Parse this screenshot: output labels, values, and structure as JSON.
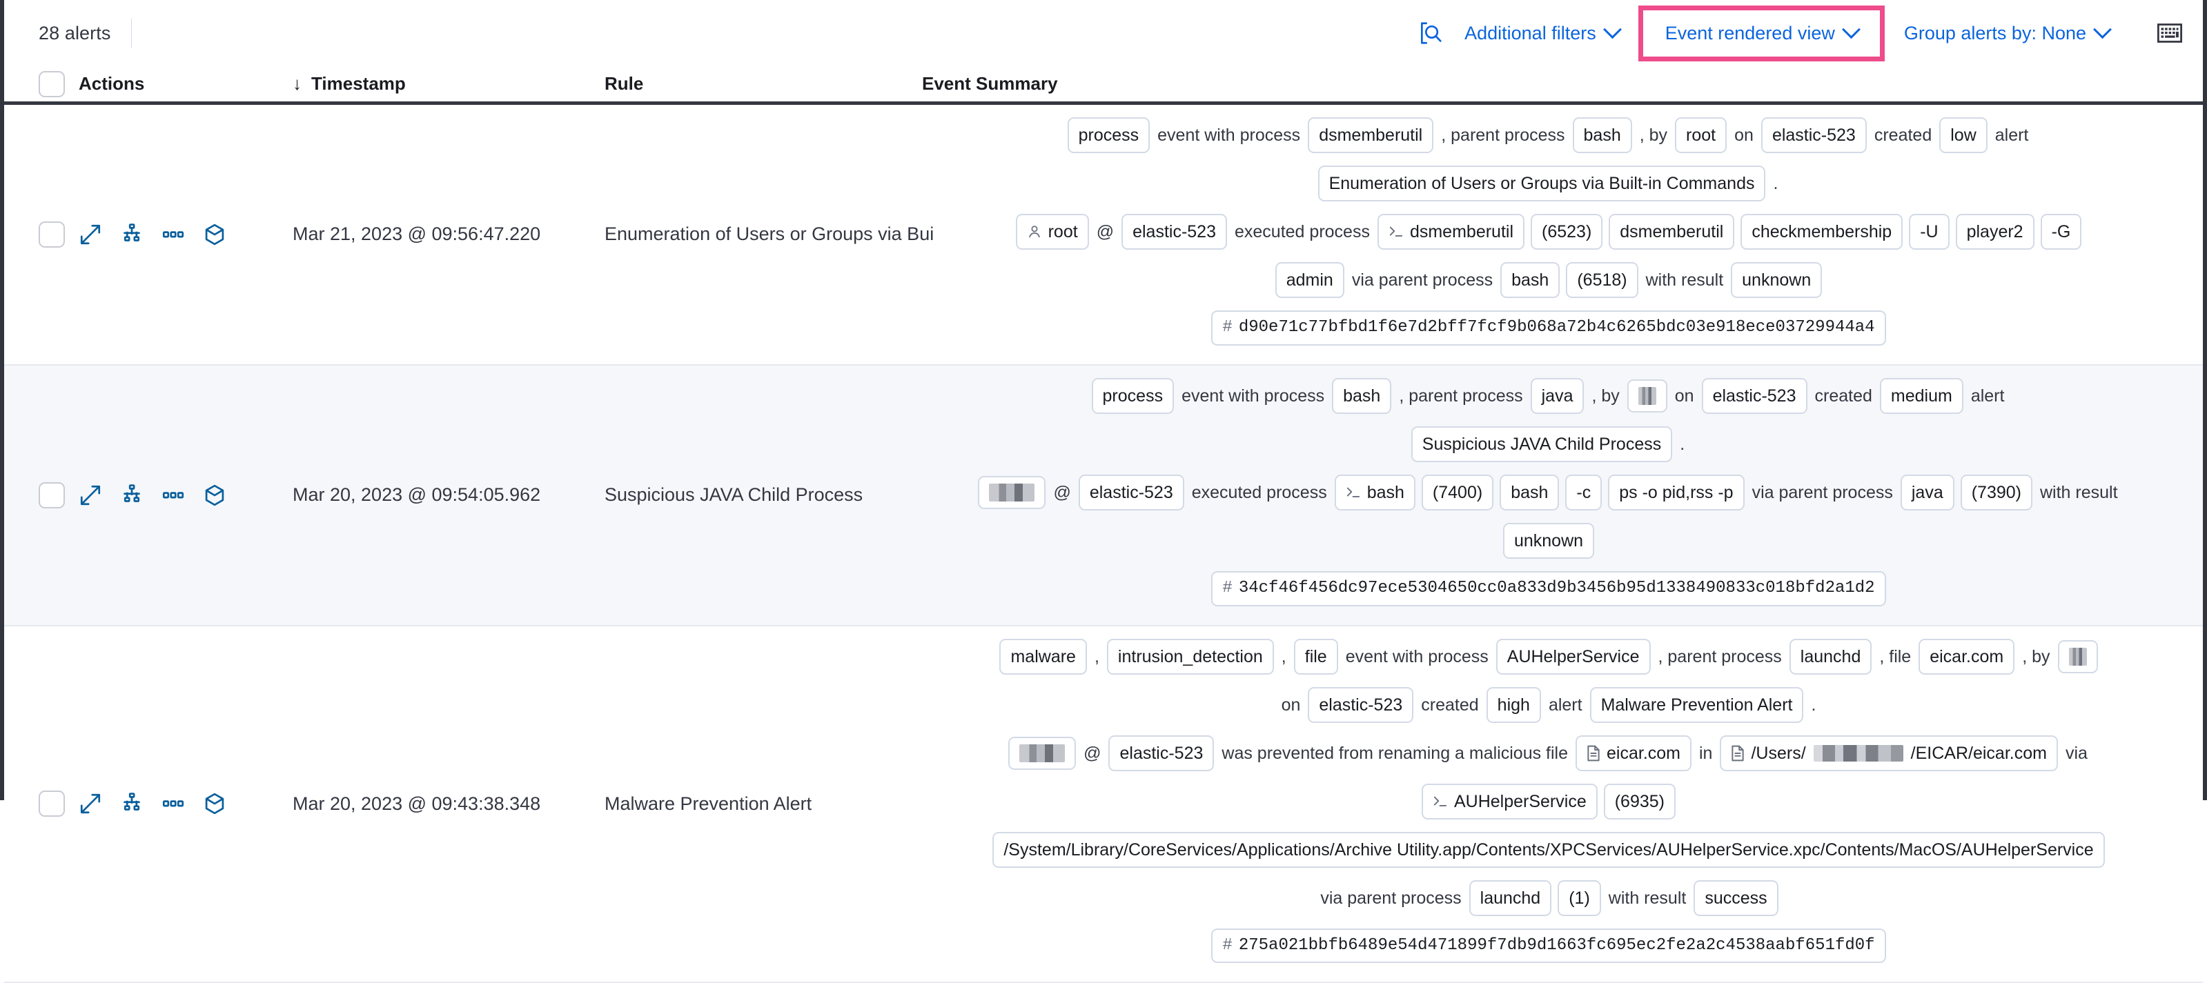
{
  "toolbar": {
    "alert_count": "28 alerts",
    "inspect_icon": "inspect-icon",
    "additional_filters": "Additional filters",
    "event_rendered_view": "Event rendered view",
    "group_alerts_by": "Group alerts by: None",
    "keyboard_icon": "keyboard-icon",
    "highlight_color": "#ee4c8b",
    "link_color": "#0b64dd"
  },
  "table": {
    "headers": {
      "actions": "Actions",
      "timestamp": "Timestamp",
      "sort_arrow": "↓",
      "rule": "Rule",
      "event_summary": "Event Summary"
    },
    "row_actions": [
      "expand-icon",
      "analyzer-icon",
      "more-actions-icon",
      "session-view-icon"
    ],
    "rows": [
      {
        "timestamp": "Mar 21, 2023 @ 09:56:47.220",
        "rule": "Enumeration of Users or Groups via Bui",
        "severity": "low",
        "host": "elastic-523",
        "summary_lines": [
          [
            {
              "t": "pill",
              "v": "process"
            },
            {
              "t": "text",
              "v": "event with process"
            },
            {
              "t": "pill",
              "v": "dsmemberutil"
            },
            {
              "t": "text",
              "v": ", parent process"
            },
            {
              "t": "pill",
              "v": "bash"
            },
            {
              "t": "text",
              "v": ", by"
            },
            {
              "t": "pill",
              "v": "root"
            },
            {
              "t": "text",
              "v": "on"
            },
            {
              "t": "pill",
              "v": "elastic-523"
            },
            {
              "t": "text",
              "v": "created"
            },
            {
              "t": "pill",
              "v": "low"
            },
            {
              "t": "text",
              "v": "alert"
            }
          ],
          [
            {
              "t": "pill",
              "v": "Enumeration of Users or Groups via Built-in Commands"
            },
            {
              "t": "text",
              "v": "."
            }
          ],
          [
            {
              "t": "pill-user",
              "v": "root"
            },
            {
              "t": "text",
              "v": "@"
            },
            {
              "t": "pill",
              "v": "elastic-523"
            },
            {
              "t": "text",
              "v": "executed process"
            },
            {
              "t": "pill-proc",
              "v": "dsmemberutil"
            },
            {
              "t": "pill",
              "v": "(6523)"
            },
            {
              "t": "pill",
              "v": "dsmemberutil"
            },
            {
              "t": "pill",
              "v": "checkmembership"
            },
            {
              "t": "pill",
              "v": "-U"
            },
            {
              "t": "pill",
              "v": "player2"
            },
            {
              "t": "pill",
              "v": "-G"
            }
          ],
          [
            {
              "t": "pill",
              "v": "admin"
            },
            {
              "t": "text",
              "v": "via parent process"
            },
            {
              "t": "pill",
              "v": "bash"
            },
            {
              "t": "pill",
              "v": "(6518)"
            },
            {
              "t": "text",
              "v": "with result"
            },
            {
              "t": "pill",
              "v": "unknown"
            }
          ],
          [
            {
              "t": "pill-hash",
              "v": "d90e71c77bfbd1f6e7d2bff7fcf9b068a72b4c6265bdc03e918ece03729944a4"
            }
          ]
        ]
      },
      {
        "timestamp": "Mar 20, 2023 @ 09:54:05.962",
        "rule": "Suspicious JAVA Child Process",
        "severity": "medium",
        "host": "elastic-523",
        "summary_lines": [
          [
            {
              "t": "pill",
              "v": "process"
            },
            {
              "t": "text",
              "v": "event with process"
            },
            {
              "t": "pill",
              "v": "bash"
            },
            {
              "t": "text",
              "v": ", parent process"
            },
            {
              "t": "pill",
              "v": "java"
            },
            {
              "t": "text",
              "v": ", by"
            },
            {
              "t": "pill-redacted",
              "v": ""
            },
            {
              "t": "text",
              "v": "on"
            },
            {
              "t": "pill",
              "v": "elastic-523"
            },
            {
              "t": "text",
              "v": "created"
            },
            {
              "t": "pill",
              "v": "medium"
            },
            {
              "t": "text",
              "v": "alert"
            }
          ],
          [
            {
              "t": "pill",
              "v": "Suspicious JAVA Child Process"
            },
            {
              "t": "text",
              "v": "."
            }
          ],
          [
            {
              "t": "pill-redacted2",
              "v": ""
            },
            {
              "t": "text",
              "v": "@"
            },
            {
              "t": "pill",
              "v": "elastic-523"
            },
            {
              "t": "text",
              "v": "executed process"
            },
            {
              "t": "pill-proc",
              "v": "bash"
            },
            {
              "t": "pill",
              "v": "(7400)"
            },
            {
              "t": "pill",
              "v": "bash"
            },
            {
              "t": "pill",
              "v": "-c"
            },
            {
              "t": "pill",
              "v": "ps -o pid,rss -p"
            },
            {
              "t": "text",
              "v": "via parent process"
            },
            {
              "t": "pill",
              "v": "java"
            },
            {
              "t": "pill",
              "v": "(7390)"
            },
            {
              "t": "text",
              "v": "with result"
            }
          ],
          [
            {
              "t": "pill",
              "v": "unknown"
            }
          ],
          [
            {
              "t": "pill-hash",
              "v": "34cf46f456dc97ece5304650cc0a833d9b3456b95d1338490833c018bfd2a1d2"
            }
          ]
        ]
      },
      {
        "timestamp": "Mar 20, 2023 @ 09:43:38.348",
        "rule": "Malware Prevention Alert",
        "severity": "high",
        "host": "elastic-523",
        "summary_lines": [
          [
            {
              "t": "pill",
              "v": "malware"
            },
            {
              "t": "text",
              "v": ","
            },
            {
              "t": "pill",
              "v": "intrusion_detection"
            },
            {
              "t": "text",
              "v": ","
            },
            {
              "t": "pill",
              "v": "file"
            },
            {
              "t": "text",
              "v": "event with process"
            },
            {
              "t": "pill",
              "v": "AUHelperService"
            },
            {
              "t": "text",
              "v": ", parent process"
            },
            {
              "t": "pill",
              "v": "launchd"
            },
            {
              "t": "text",
              "v": ", file"
            },
            {
              "t": "pill",
              "v": "eicar.com"
            },
            {
              "t": "text",
              "v": ", by"
            },
            {
              "t": "pill-redacted",
              "v": ""
            }
          ],
          [
            {
              "t": "text",
              "v": "on"
            },
            {
              "t": "pill",
              "v": "elastic-523"
            },
            {
              "t": "text",
              "v": "created"
            },
            {
              "t": "pill",
              "v": "high"
            },
            {
              "t": "text",
              "v": "alert"
            },
            {
              "t": "pill",
              "v": "Malware Prevention Alert"
            },
            {
              "t": "text",
              "v": "."
            }
          ],
          [
            {
              "t": "pill-redacted2",
              "v": ""
            },
            {
              "t": "text",
              "v": "@"
            },
            {
              "t": "pill",
              "v": "elastic-523"
            },
            {
              "t": "text",
              "v": "was prevented from renaming a malicious file"
            },
            {
              "t": "pill-file",
              "v": "eicar.com"
            },
            {
              "t": "text",
              "v": "in"
            },
            {
              "t": "pill-file-redacted",
              "v": "/Users/",
              "v2": "/EICAR/eicar.com"
            },
            {
              "t": "text",
              "v": "via"
            }
          ],
          [
            {
              "t": "pill-proc",
              "v": "AUHelperService"
            },
            {
              "t": "pill",
              "v": "(6935)"
            }
          ],
          [
            {
              "t": "pill",
              "v": "/System/Library/CoreServices/Applications/Archive Utility.app/Contents/XPCServices/AUHelperService.xpc/Contents/MacOS/AUHelperService"
            }
          ],
          [
            {
              "t": "text",
              "v": "via parent process"
            },
            {
              "t": "pill",
              "v": "launchd"
            },
            {
              "t": "pill",
              "v": "(1)"
            },
            {
              "t": "text",
              "v": "with result"
            },
            {
              "t": "pill",
              "v": "success"
            }
          ],
          [
            {
              "t": "pill-hash",
              "v": "275a021bbfb6489e54d471899f7db9d1663fc695ec2fe2a2c4538aabf651fd0f"
            }
          ]
        ]
      }
    ]
  }
}
